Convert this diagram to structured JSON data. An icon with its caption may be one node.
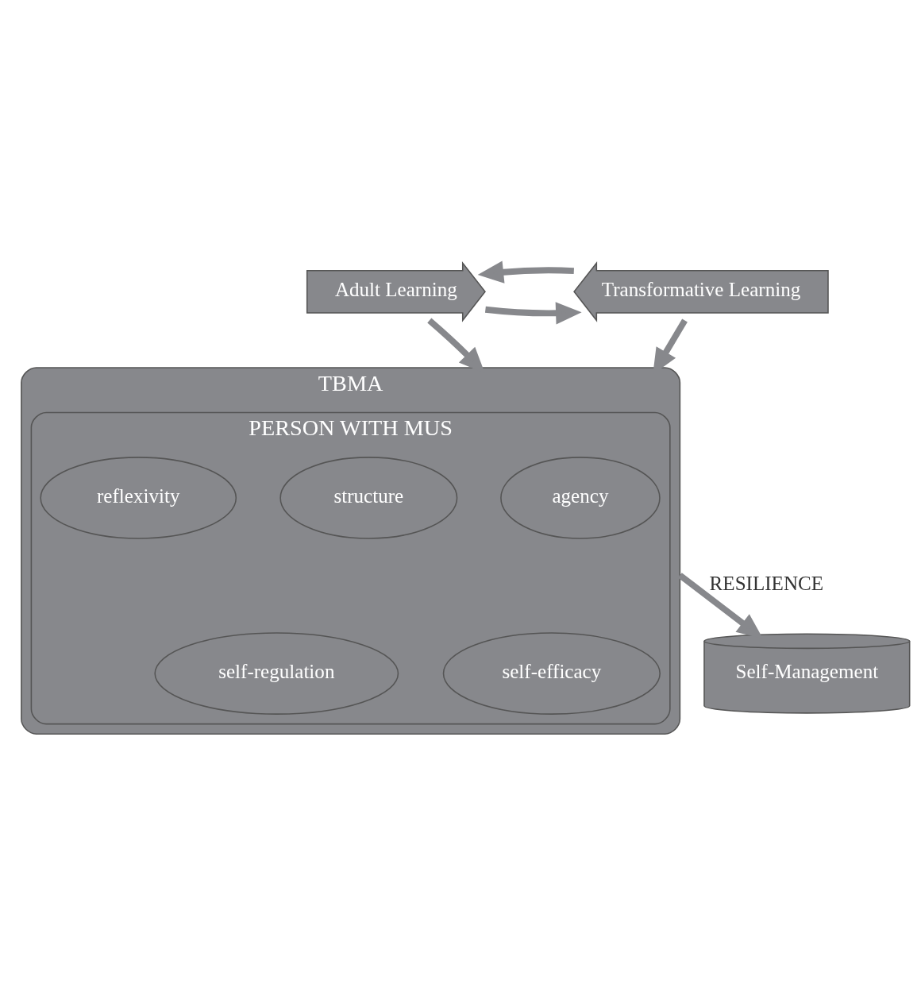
{
  "diagram": {
    "nodes": [
      {
        "text": [
          "Adult Learning"
        ]
      },
      {
        "text": [
          "TBMA"
        ]
      },
      {
        "text": [
          "PERSON WITH MUS"
        ],
        "in": 1
      },
      {
        "text": [
          "agency"
        ],
        "in": 2
      },
      {
        "text": [
          "structure"
        ],
        "in": 2
      },
      {
        "text": [
          "reflexivity"
        ],
        "in": 2
      },
      {
        "text": [
          "self-efficacy"
        ],
        "in": 2
      },
      {
        "text": [
          "self-regulation"
        ],
        "in": 2
      },
      {
        "text": [
          "Transformative Learning"
        ]
      },
      {
        "text": [
          "Self-Management"
        ]
      }
    ],
    "edges": [
      {
        "from": 0,
        "to": 1,
        "arrow": "to"
      },
      {
        "from": 8,
        "to": 1,
        "arrow": "to"
      },
      {
        "from": 0,
        "to": 8,
        "arrow": "to"
      },
      {
        "from": 8,
        "to": 0,
        "arrow": "to"
      },
      {
        "from": 1,
        "to": 9,
        "label": "RESILIENCE",
        "arrow": "to"
      }
    ]
  }
}
